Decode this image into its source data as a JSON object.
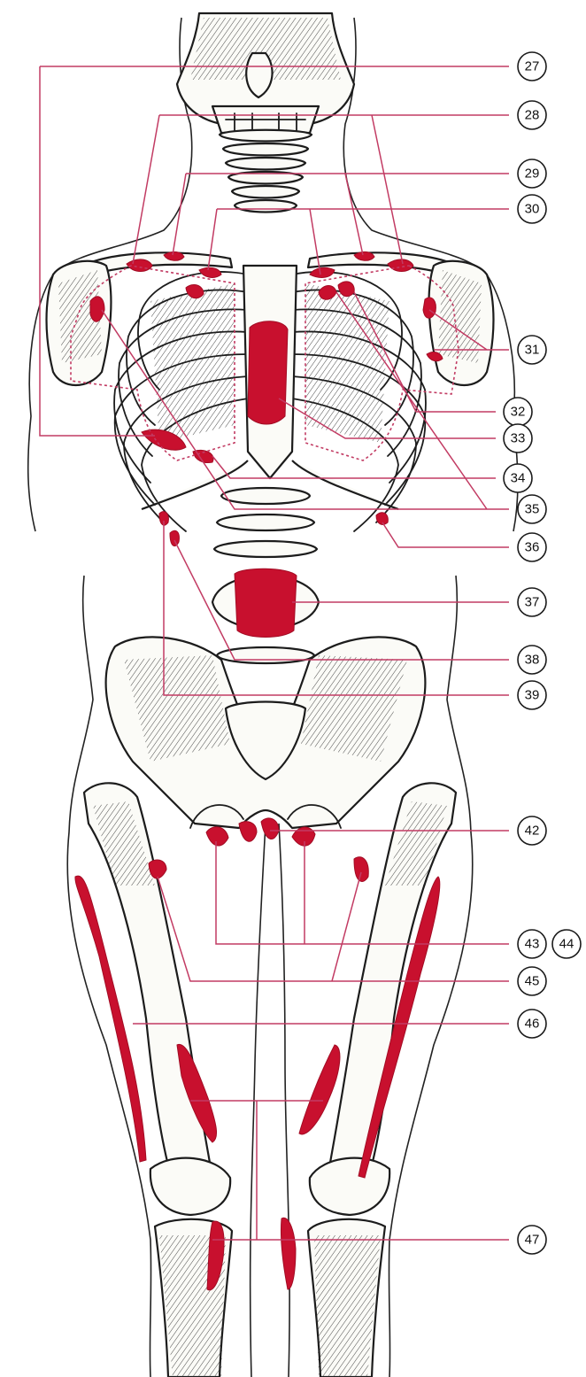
{
  "figure": {
    "callouts": [
      {
        "id": "c27",
        "label": "27"
      },
      {
        "id": "c28",
        "label": "28"
      },
      {
        "id": "c29",
        "label": "29"
      },
      {
        "id": "c30",
        "label": "30"
      },
      {
        "id": "c31",
        "label": "31"
      },
      {
        "id": "c32",
        "label": "32"
      },
      {
        "id": "c33",
        "label": "33"
      },
      {
        "id": "c34",
        "label": "34"
      },
      {
        "id": "c35",
        "label": "35"
      },
      {
        "id": "c36",
        "label": "36"
      },
      {
        "id": "c37",
        "label": "37"
      },
      {
        "id": "c38",
        "label": "38"
      },
      {
        "id": "c39",
        "label": "39"
      },
      {
        "id": "c42",
        "label": "42"
      },
      {
        "id": "c43",
        "label": "43"
      },
      {
        "id": "c44",
        "label": "44"
      },
      {
        "id": "c45",
        "label": "45"
      },
      {
        "id": "c46",
        "label": "46"
      },
      {
        "id": "c47",
        "label": "47"
      }
    ],
    "colors": {
      "muscle": "#c8102e",
      "leader": "#c23b63",
      "ink": "#1c1c1c",
      "paper": "#ffffff"
    }
  }
}
